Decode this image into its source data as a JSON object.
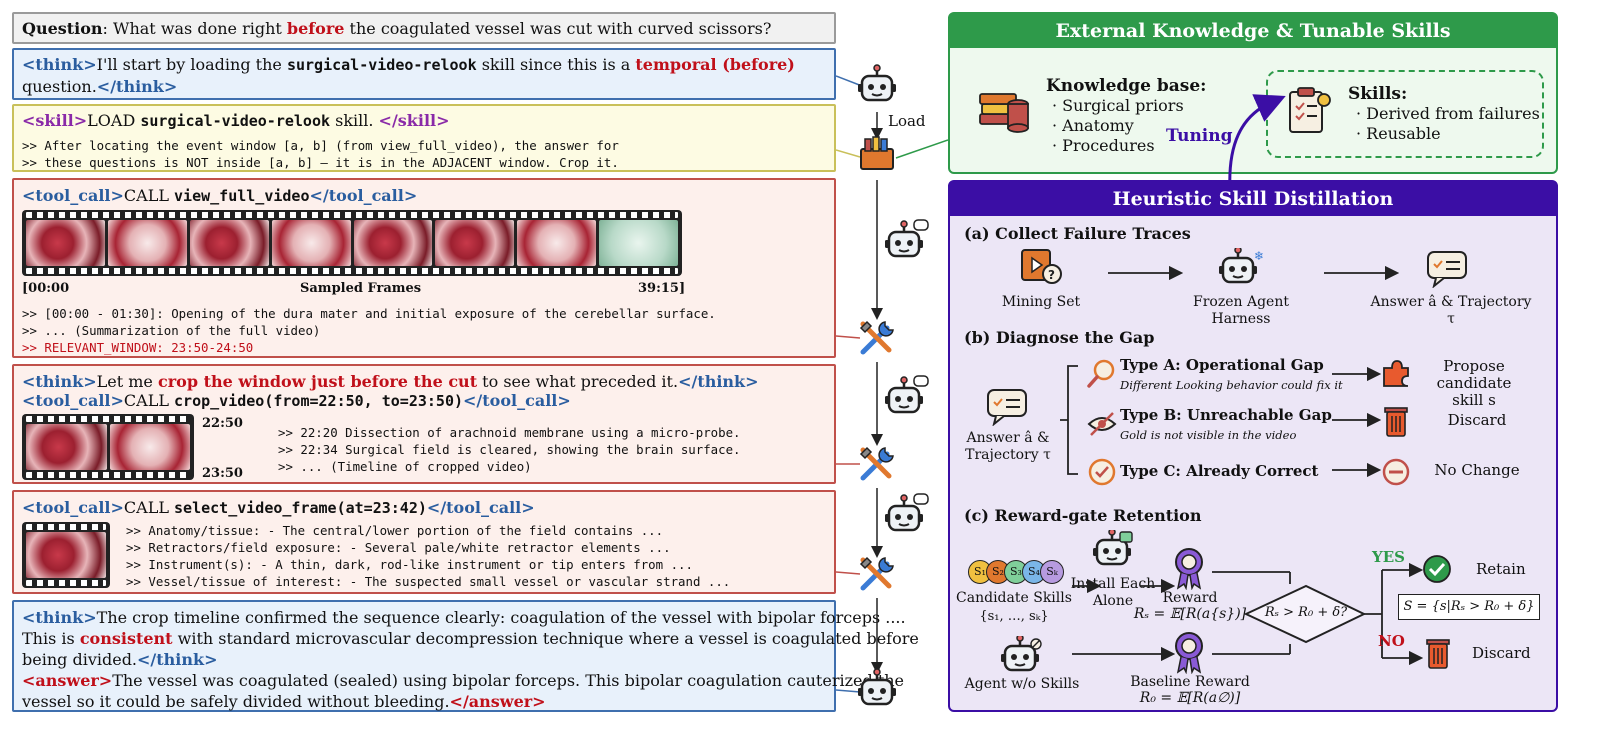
{
  "question": {
    "label": "Question",
    "pre": ": What was done right ",
    "em": "before",
    "post": " the coagulated vessel was cut with curved scissors?"
  },
  "think1": {
    "open": "<think>",
    "pre": "I'll start by loading the ",
    "code": "surgical-video-relook",
    "mid": " skill since this is a ",
    "em": "temporal (before)",
    "post": " question.",
    "close": "</think>"
  },
  "skill": {
    "open": "<skill>",
    "pre": "LOAD ",
    "code": "surgical-video-relook",
    "post": " skill. ",
    "close": "</skill>",
    "lines": [
      ">> After locating the event window [a, b] (from view_full_video), the answer for",
      ">> these questions is NOT inside [a, b] — it is in the ADJACENT window. Crop it."
    ]
  },
  "tool1": {
    "open": "<tool_call>",
    "pre": "CALL ",
    "code": "view_full_video",
    "close": "</tool_call>",
    "start": "[00:00",
    "caption": "Sampled Frames",
    "end": "39:15]",
    "lines": [
      ">> [00:00 - 01:30]: Opening of the dura mater and initial exposure of the cerebellar surface.",
      ">> ... (Summarization of the full video)"
    ],
    "relevant": ">> RELEVANT_WINDOW: 23:50-24:50"
  },
  "think2": {
    "open": "<think>",
    "pre": "Let me ",
    "em": "crop the window just before the cut",
    "post": " to see what preceded it.",
    "close": "</think>"
  },
  "tool2": {
    "open": "<tool_call>",
    "pre": "CALL ",
    "code": "crop_video(from=22:50, to=23:50)",
    "close": "</tool_call>",
    "t_start": "22:50",
    "t_end": "23:50",
    "lines": [
      ">> 22:20 Dissection of arachnoid membrane using a micro-probe.",
      ">> 22:34 Surgical field is cleared, showing the brain surface.",
      ">> ... (Timeline of cropped video)"
    ]
  },
  "tool3": {
    "open": "<tool_call>",
    "pre": "CALL ",
    "code": "select_video_frame(at=23:42)",
    "close": "</tool_call>",
    "lines": [
      ">> Anatomy/tissue: - The central/lower portion of the field contains ...",
      ">> Retractors/field exposure: - Several pale/white retractor elements ...",
      ">> Instrument(s): - A thin, dark, rod-like instrument or tip enters from ...",
      ">> Vessel/tissue of interest: - The suspected small vessel or vascular strand ..."
    ]
  },
  "final": {
    "open": "<think>",
    "l1": "The crop timeline confirmed the sequence clearly: coagulation of the vessel with bipolar forceps ....",
    "l2pre": "This is ",
    "l2em": "consistent",
    "l2post": " with standard microvascular decompression technique where a vessel is coagulated before",
    "l3": "being divided.",
    "close": "</think>",
    "aopen": "<answer>",
    "a1": "The vessel was coagulated (sealed) using bipolar forceps. This bipolar coagulation cauterized the",
    "a2": "vessel so it could be safely divided without bleeding.",
    "aclose": "</answer>"
  },
  "load_label": "Load",
  "ext": {
    "title": "External Knowledge & Tunable Skills",
    "kb_title": "Knowledge base:",
    "kb_items": [
      "· Surgical priors",
      "· Anatomy",
      "· Procedures"
    ],
    "tuning": "Tuning",
    "skills_title": "Skills:",
    "skills_items": [
      "· Derived from failures",
      "· Reusable"
    ]
  },
  "hsd": {
    "title": "Heuristic Skill Distillation",
    "a_title": "(a) Collect Failure Traces",
    "a_mining": "Mining Set",
    "a_frozen": "Frozen Agent Harness",
    "a_answer": "Answer â & Trajectory τ",
    "b_title": "(b) Diagnose the Gap",
    "b_left1": "Answer â &",
    "b_left2": "Trajectory τ",
    "typeA": "Type A: Operational Gap",
    "typeA_sub": "Different Looking behavior could fix it",
    "typeA_out1": "Propose candidate",
    "typeA_out2": "skill s",
    "typeB": "Type B: Unreachable Gap",
    "typeB_sub": "Gold is not visible in the video",
    "typeB_out": "Discard",
    "typeC": "Type C: Already Correct",
    "typeC_out": "No Change",
    "c_title": "(c) Reward-gate Retention",
    "cand": "Candidate Skills",
    "cand_set": "{s₁, …, sₖ}",
    "install1": "Install Each",
    "install2": "Alone",
    "reward": "Reward",
    "reward_f": "Rₛ = 𝔼[R(a{s})]",
    "cond": "Rₛ > R₀ + δ?",
    "yes": "YES",
    "no": "NO",
    "retain": "Retain",
    "retain_set": "S = {s|Rₛ > R₀ + δ}",
    "discard": "Discard",
    "agent": "Agent w/o Skills",
    "baseline": "Baseline Reward",
    "baseline_f": "R₀ = 𝔼[R(a∅)]",
    "chips": [
      "S₁",
      "S₂",
      "S₃",
      "S₄",
      "Sₖ"
    ]
  },
  "colors": {
    "green": "#2e9a4a",
    "purple": "#3b0ea5",
    "red": "#c0101a",
    "blue": "#2a5d9f"
  }
}
